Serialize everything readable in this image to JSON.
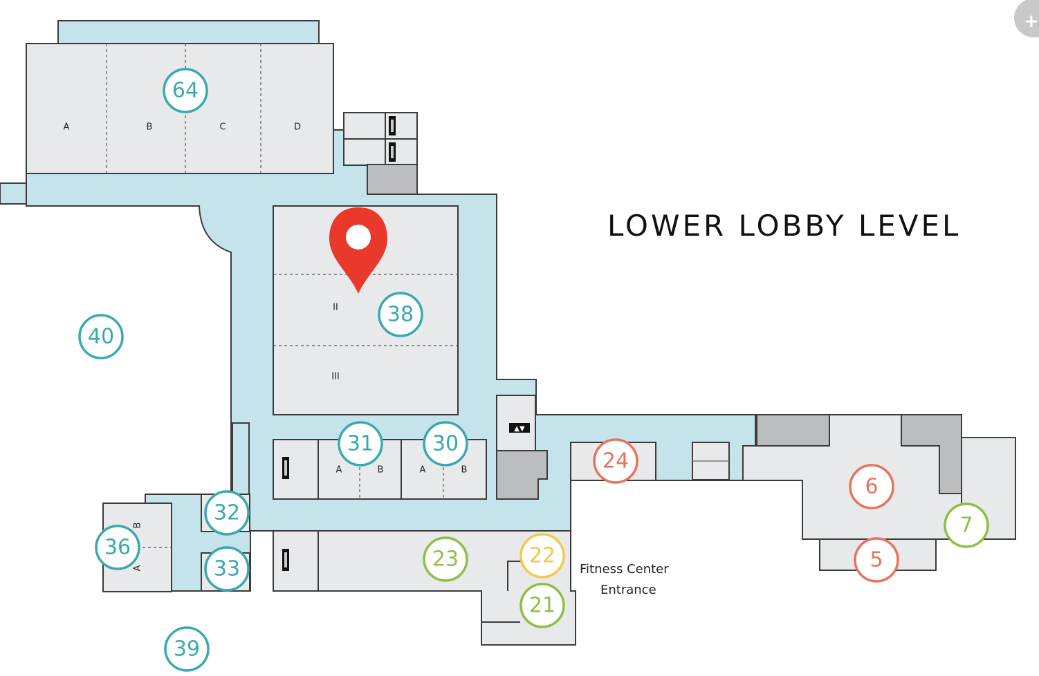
{
  "map_title": "LOWER LOBBY LEVEL",
  "fitness_note": {
    "line1": "Fitness Center",
    "line2": "Entrance"
  },
  "room_64": {
    "number": "64",
    "sections": [
      "A",
      "B",
      "C",
      "D"
    ]
  },
  "room_38": {
    "number": "38",
    "sections": [
      "II",
      "III"
    ]
  },
  "room_31": {
    "number": "31",
    "sections": [
      "A",
      "B"
    ]
  },
  "room_30": {
    "number": "30",
    "sections": [
      "A",
      "B"
    ]
  },
  "room_36": {
    "number": "36",
    "sections": [
      "A",
      "B"
    ]
  },
  "rooms": {
    "r40": "40",
    "r32": "32",
    "r33": "33",
    "r39": "39",
    "r23": "23",
    "r22": "22",
    "r21": "21",
    "r24": "24",
    "r6": "6",
    "r5": "5",
    "r7": "7"
  },
  "elevator_symbol": "▲▼",
  "colors": {
    "teal": "#3aa9ad",
    "green": "#8dbf45",
    "yellow": "#f2c94c",
    "coral": "#e8735c",
    "pin": "#e8392b",
    "corridor": "#c5e3ea"
  },
  "icons": {
    "location_pin": "map-pin-icon",
    "stairs": "stairs-icon",
    "elevator": "elevator-icon"
  }
}
